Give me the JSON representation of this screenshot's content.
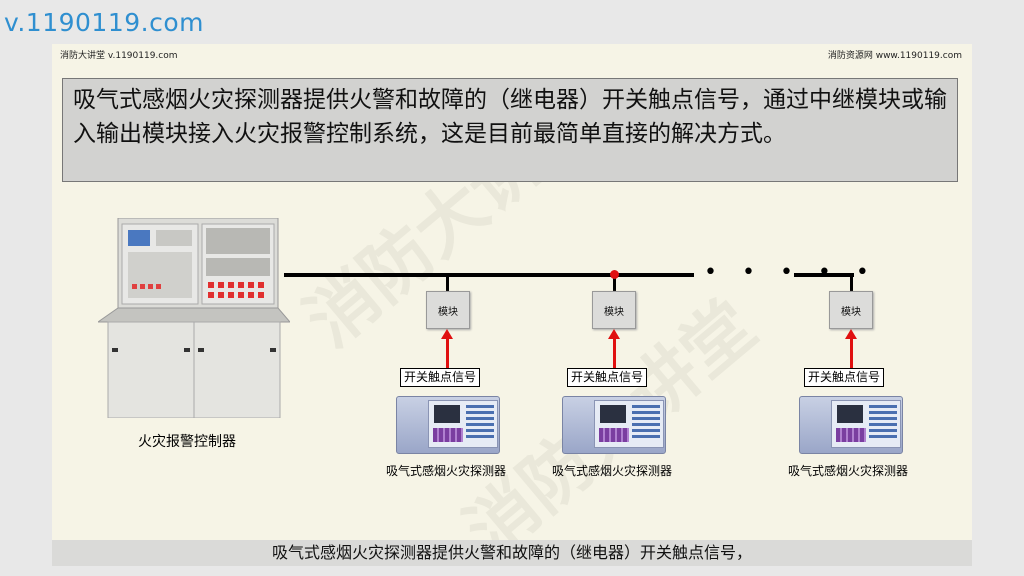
{
  "watermark_url": "v.1190119.com",
  "header": {
    "left": "消防大讲堂 v.1190119.com",
    "right": "消防资源网 www.1190119.com"
  },
  "title_text": "吸气式感烟火灾探测器提供火警和故障的（继电器）开关触点信号，通过中继模块或输入输出模块接入火灾报警控制系统，这是目前最简单直接的解决方式。",
  "diagram": {
    "panel_label": "火灾报警控制器",
    "module_label": "模块",
    "signal_label": "开关触点信号",
    "detector_label": "吸气式感烟火灾探测器",
    "ellipsis": "• • • • •",
    "colors": {
      "bus": "#000000",
      "arrow": "#e01010",
      "joint": "#e01010"
    }
  },
  "subtitle": "吸气式感烟火灾探测器提供火警和故障的（继电器）开关触点信号，"
}
